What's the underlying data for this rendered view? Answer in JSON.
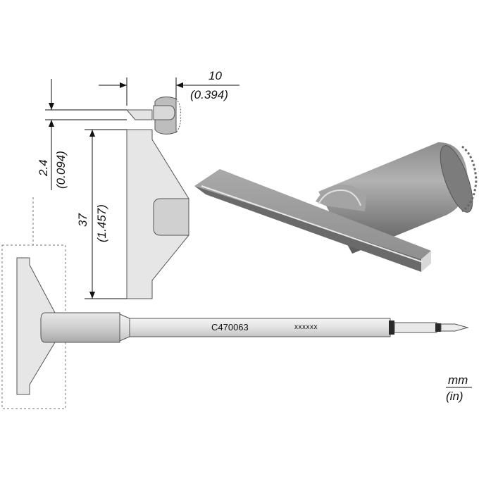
{
  "dimensions": {
    "width_mm": "10",
    "width_in": "(0.394)",
    "thickness_mm": "2.4",
    "thickness_in": "(0.094)",
    "length_mm": "37",
    "length_in": "(1.457)"
  },
  "part_number": "C470063",
  "serial_placeholder": "xxxxxx",
  "units": {
    "primary": "mm",
    "secondary": "(in)"
  },
  "colors": {
    "metal_light": "#e6e6e6",
    "metal_mid": "#c8c8c8",
    "metal_dark": "#8a8a8a",
    "band_dark": "#2a2a2a",
    "line": "#111111"
  }
}
